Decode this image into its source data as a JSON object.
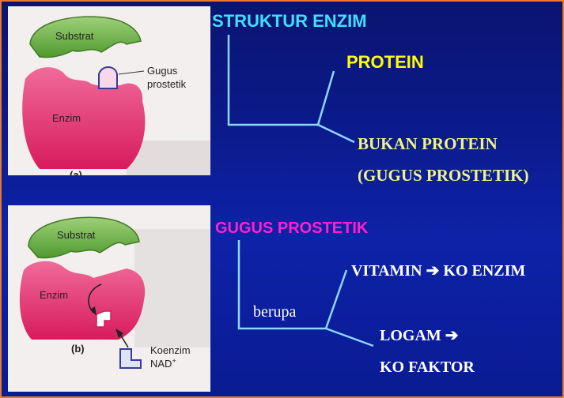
{
  "colors": {
    "border": "#e87a2a",
    "background": "#0c1c9a",
    "cyan": "#3fe0ff",
    "yellow": "#ffff00",
    "light_yellow": "#f1f38a",
    "magenta": "#ff22cc",
    "white": "#ffffff",
    "line": "#8fd6ff",
    "enzyme_pink": "#e62c6e",
    "substrate_green": "#6cae3e"
  },
  "top_section": {
    "title": "STRUKTUR  ENZIM",
    "branch_protein": "PROTEIN",
    "branch_non_protein_1": "BUKAN  PROTEIN",
    "branch_non_protein_2": "(GUGUS PROSTETIK)"
  },
  "bottom_section": {
    "title": "GUGUS  PROSTETIK",
    "connector": "berupa",
    "vitamin": "VITAMIN",
    "vitamin_result": "KO ENZIM",
    "logam": "LOGAM",
    "logam_result": "KO FAKTOR",
    "arrow_icon": "right-arrow-icon"
  },
  "figure_a": {
    "substrate": "Substrat",
    "enzyme": "Enzim",
    "prosthetic_1": "Gugus",
    "prosthetic_2": "prostetik",
    "caption": "(a)"
  },
  "figure_b": {
    "substrate": "Substrat",
    "enzyme": "Enzim",
    "coenzyme_1": "Koenzim",
    "coenzyme_2": "NAD",
    "coenzyme_sup": "+",
    "caption": "(b)"
  }
}
